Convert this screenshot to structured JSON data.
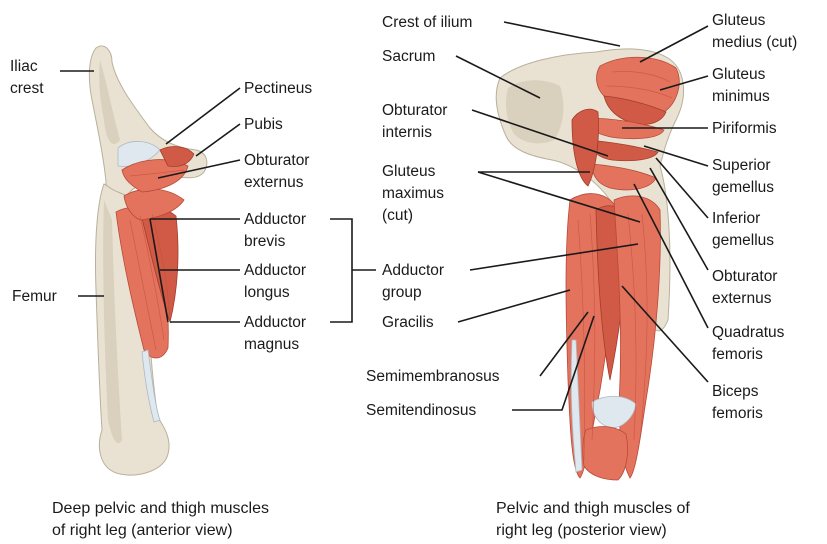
{
  "left_view": {
    "caption_line1": "Deep pelvic and thigh muscles",
    "caption_line2": "of right leg (anterior view)",
    "labels": {
      "iliac_crest_1": "Iliac",
      "iliac_crest_2": "crest",
      "pectineus": "Pectineus",
      "pubis": "Pubis",
      "obturator_externus_1": "Obturator",
      "obturator_externus_2": "externus",
      "adductor_brevis_1": "Adductor",
      "adductor_brevis_2": "brevis",
      "adductor_longus_1": "Adductor",
      "adductor_longus_2": "longus",
      "adductor_magnus_1": "Adductor",
      "adductor_magnus_2": "magnus",
      "femur": "Femur"
    }
  },
  "center": {
    "adductor_group_1": "Adductor",
    "adductor_group_2": "group"
  },
  "right_view": {
    "caption_line1": "Pelvic and thigh muscles of",
    "caption_line2": "right leg (posterior view)",
    "labels": {
      "crest_of_ilium": "Crest of ilium",
      "sacrum": "Sacrum",
      "obturator_internis_1": "Obturator",
      "obturator_internis_2": "internis",
      "gluteus_maximus_1": "Gluteus",
      "gluteus_maximus_2": "maximus",
      "gluteus_maximus_3": "(cut)",
      "gracilis": "Gracilis",
      "semimembranosus": "Semimembranosus",
      "semitendinosus": "Semitendinosus",
      "gluteus_medius_1": "Gluteus",
      "gluteus_medius_2": "medius (cut)",
      "gluteus_minimus_1": "Gluteus",
      "gluteus_minimus_2": "minimus",
      "piriformis": "Piriformis",
      "superior_gemellus_1": "Superior",
      "superior_gemellus_2": "gemellus",
      "inferior_gemellus_1": "Inferior",
      "inferior_gemellus_2": "gemellus",
      "obturator_externus_1": "Obturator",
      "obturator_externus_2": "externus",
      "quadratus_femoris_1": "Quadratus",
      "quadratus_femoris_2": "femoris",
      "biceps_femoris_1": "Biceps",
      "biceps_femoris_2": "femoris"
    }
  }
}
